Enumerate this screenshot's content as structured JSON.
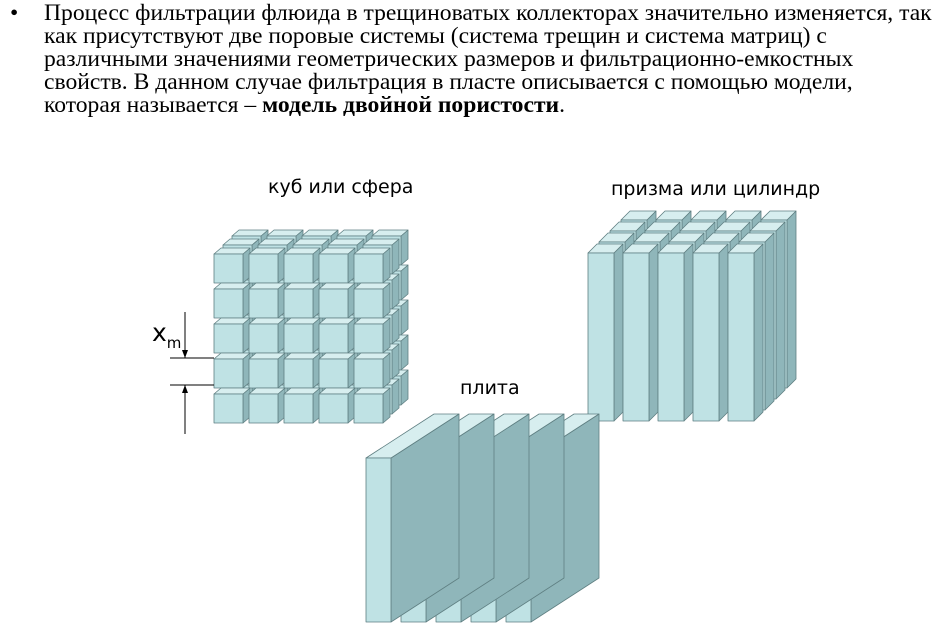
{
  "bullet": "•",
  "paragraph": {
    "text": "Процесс фильтрации флюида в трещиноватых коллекторах значительно изменяется, так как присутствуют две поровые системы (система трещин и система матриц) с различными значениями геометрических размеров и фильтрационно-емкостных свойств. В данном случае фильтрация в пласте описывается с помощью модели, которая называется – ",
    "bold": "модель двойной пористости",
    "end": "."
  },
  "labels": {
    "cube": "куб или сфера",
    "prism": "призма или цилиндр",
    "slab": "плита",
    "xm_base": "x",
    "xm_sub": "m"
  },
  "colors": {
    "front": "#bfe2e4",
    "top": "#d7eeef",
    "side": "#8fb6ba",
    "edge": "#5f7f82"
  }
}
